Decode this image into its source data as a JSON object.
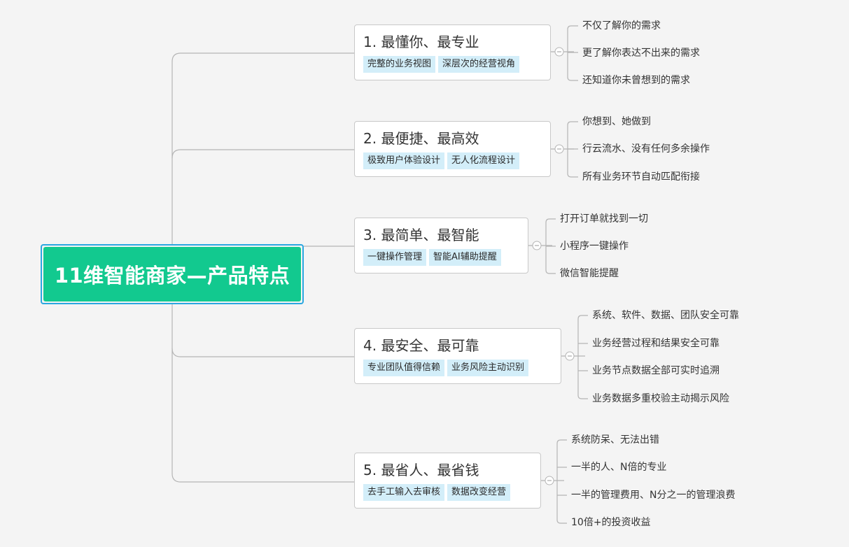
{
  "root": {
    "title": "11维智能商家—产品特点"
  },
  "branches": [
    {
      "title": "1. 最懂你、最专业",
      "tags": [
        "完整的业务视图",
        "深层次的经营视角"
      ],
      "leaves": [
        "不仅了解你的需求",
        "更了解你表达不出来的需求",
        "还知道你未曾想到的需求"
      ]
    },
    {
      "title": "2. 最便捷、最高效",
      "tags": [
        "极致用户体验设计",
        "无人化流程设计"
      ],
      "leaves": [
        "你想到、她做到",
        "行云流水、没有任何多余操作",
        "所有业务环节自动匹配衔接"
      ]
    },
    {
      "title": "3. 最简单、最智能",
      "tags": [
        "一键操作管理",
        "智能AI辅助提醒"
      ],
      "leaves": [
        "打开订单就找到一切",
        "小程序一键操作",
        "微信智能提醒"
      ]
    },
    {
      "title": "4. 最安全、最可靠",
      "tags": [
        "专业团队值得信赖",
        "业务风险主动识别"
      ],
      "leaves": [
        "系统、软件、数据、团队安全可靠",
        "业务经营过程和结果安全可靠",
        "业务节点数据全部可实时追溯",
        "业务数据多重校验主动揭示风险"
      ]
    },
    {
      "title": "5. 最省人、最省钱",
      "tags": [
        "去手工输入去审核",
        "数据改变经营"
      ],
      "leaves": [
        "系统防呆、无法出错",
        "一半的人、N倍的专业",
        "一半的管理费用、N分之一的管理浪费",
        "10倍+的投资收益"
      ]
    }
  ],
  "colors": {
    "background": "#f4f4f4",
    "root_fill": "#12c98f",
    "root_border": "#2aa7e0",
    "tag_fill": "#d3eef9",
    "connector": "#b5b5b5"
  }
}
